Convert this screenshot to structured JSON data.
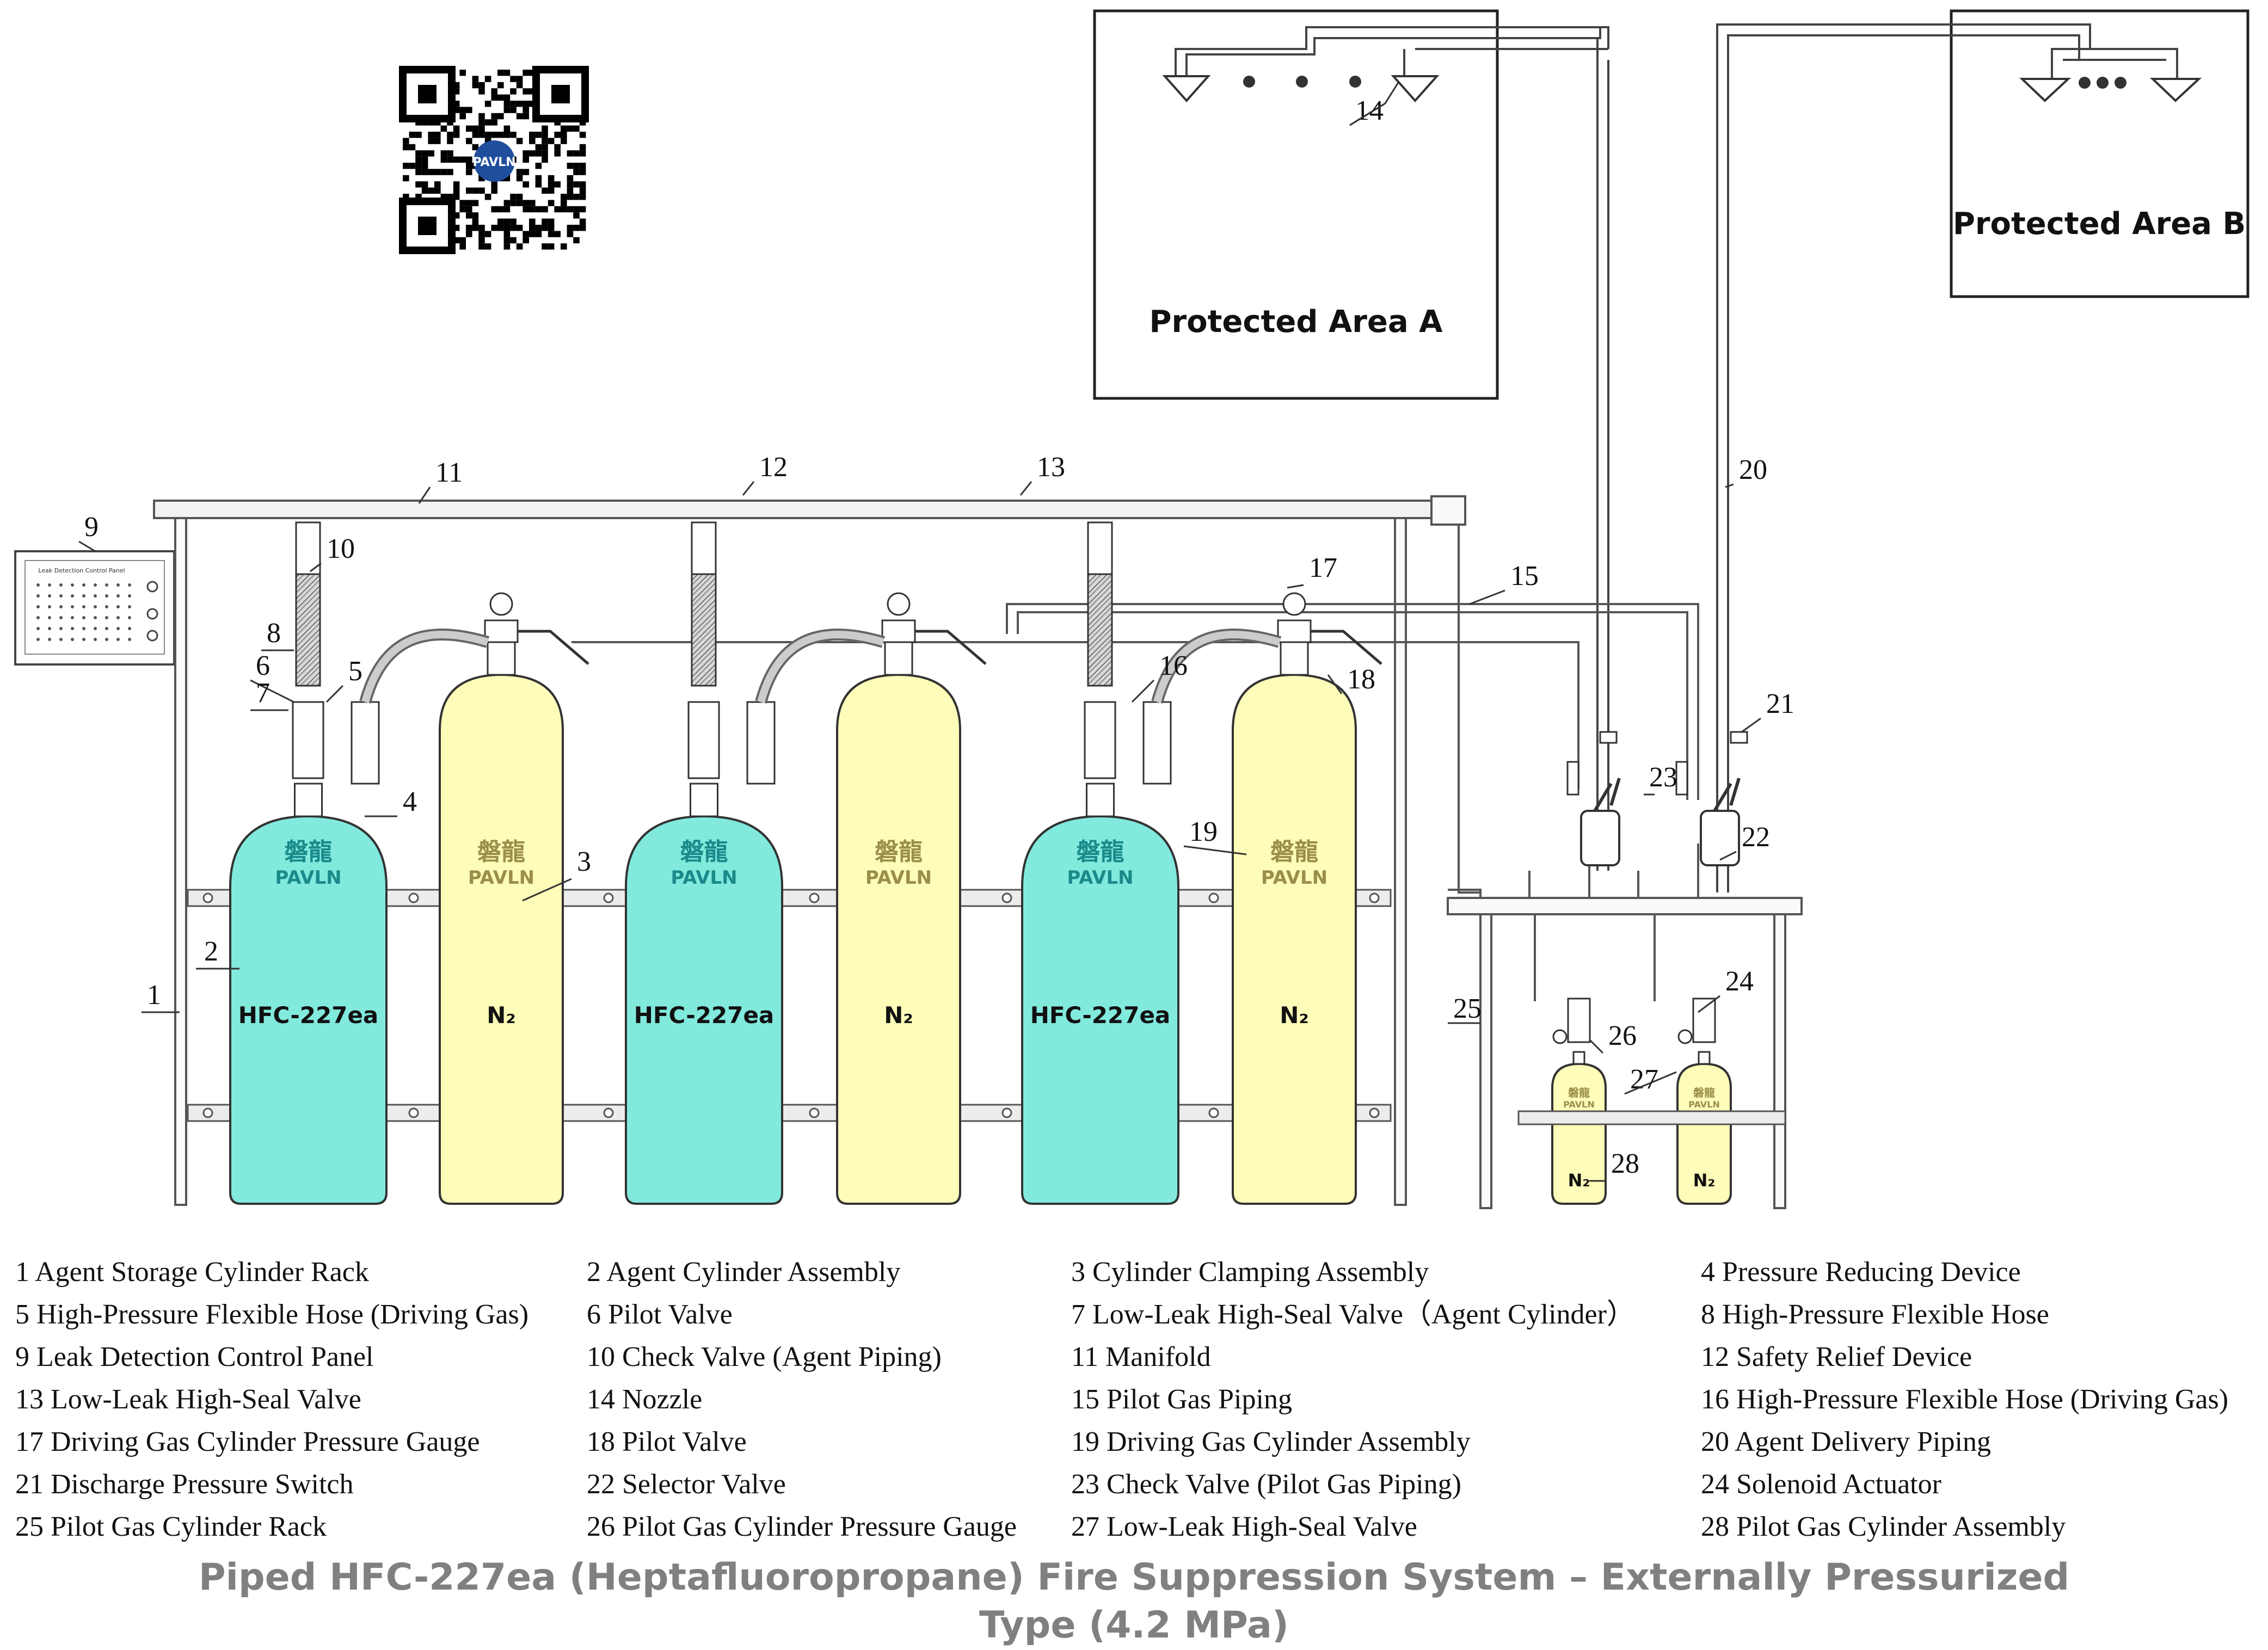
{
  "areas": [
    {
      "label": "Protected Area A"
    },
    {
      "label": "Protected Area B"
    }
  ],
  "qr": {
    "logo_text": "PAVLN"
  },
  "brand": {
    "cn": "磐龍",
    "en": "PAVLN"
  },
  "cylinders": [
    {
      "label": "HFC-227ea",
      "kind": "agent",
      "color": "#82e9dd"
    },
    {
      "label": "N₂",
      "kind": "gas",
      "color": "#fdfcb8"
    },
    {
      "label": "HFC-227ea",
      "kind": "agent",
      "color": "#82e9dd"
    },
    {
      "label": "N₂",
      "kind": "gas",
      "color": "#fdfcb8"
    },
    {
      "label": "HFC-227ea",
      "kind": "agent",
      "color": "#82e9dd"
    },
    {
      "label": "N₂",
      "kind": "gas",
      "color": "#fdfcb8"
    },
    {
      "label": "N₂",
      "kind": "pilot",
      "color": "#fdfcb8"
    },
    {
      "label": "N₂",
      "kind": "pilot",
      "color": "#fdfcb8"
    }
  ],
  "callouts": [
    "1",
    "2",
    "3",
    "4",
    "5",
    "6",
    "7",
    "8",
    "9",
    "10",
    "11",
    "12",
    "13",
    "14",
    "15",
    "16",
    "17",
    "18",
    "19",
    "20",
    "21",
    "22",
    "23",
    "24",
    "25",
    "26",
    "27",
    "28"
  ],
  "panel_title": "Leak Detection Control Panel",
  "legend": [
    "1 Agent Storage Cylinder Rack",
    "2 Agent Cylinder Assembly",
    "3 Cylinder Clamping Assembly",
    "4 Pressure Reducing Device",
    "5 High-Pressure Flexible Hose (Driving Gas)",
    "6 Pilot Valve",
    "7 Low-Leak High-Seal Valve（Agent Cylinder）",
    "8 High-Pressure Flexible Hose",
    "9 Leak Detection Control Panel",
    "10 Check Valve (Agent Piping)",
    "11 Manifold",
    "12 Safety Relief Device",
    "13 Low-Leak High-Seal Valve",
    "14 Nozzle",
    "15 Pilot Gas Piping",
    "16 High-Pressure Flexible Hose (Driving Gas)",
    "17 Driving Gas Cylinder Pressure Gauge",
    "18 Pilot Valve",
    "19 Driving Gas Cylinder Assembly",
    "20 Agent Delivery Piping",
    "21 Discharge Pressure Switch",
    "22 Selector Valve",
    "23 Check Valve (Pilot Gas Piping)",
    "24 Solenoid Actuator",
    "25 Pilot Gas Cylinder Rack",
    "26 Pilot Gas Cylinder Pressure Gauge",
    "27 Low-Leak High-Seal Valve",
    "28 Pilot Gas Cylinder Assembly"
  ],
  "title_line1": "Piped HFC-227ea (Heptafluoropropane) Fire Suppression System – Externally Pressurized",
  "title_line2": "Type (4.2 MPa)",
  "colors": {
    "agent": "#82e9dd",
    "gas": "#fdfcb8",
    "line": "#333333",
    "title": "#808080"
  }
}
